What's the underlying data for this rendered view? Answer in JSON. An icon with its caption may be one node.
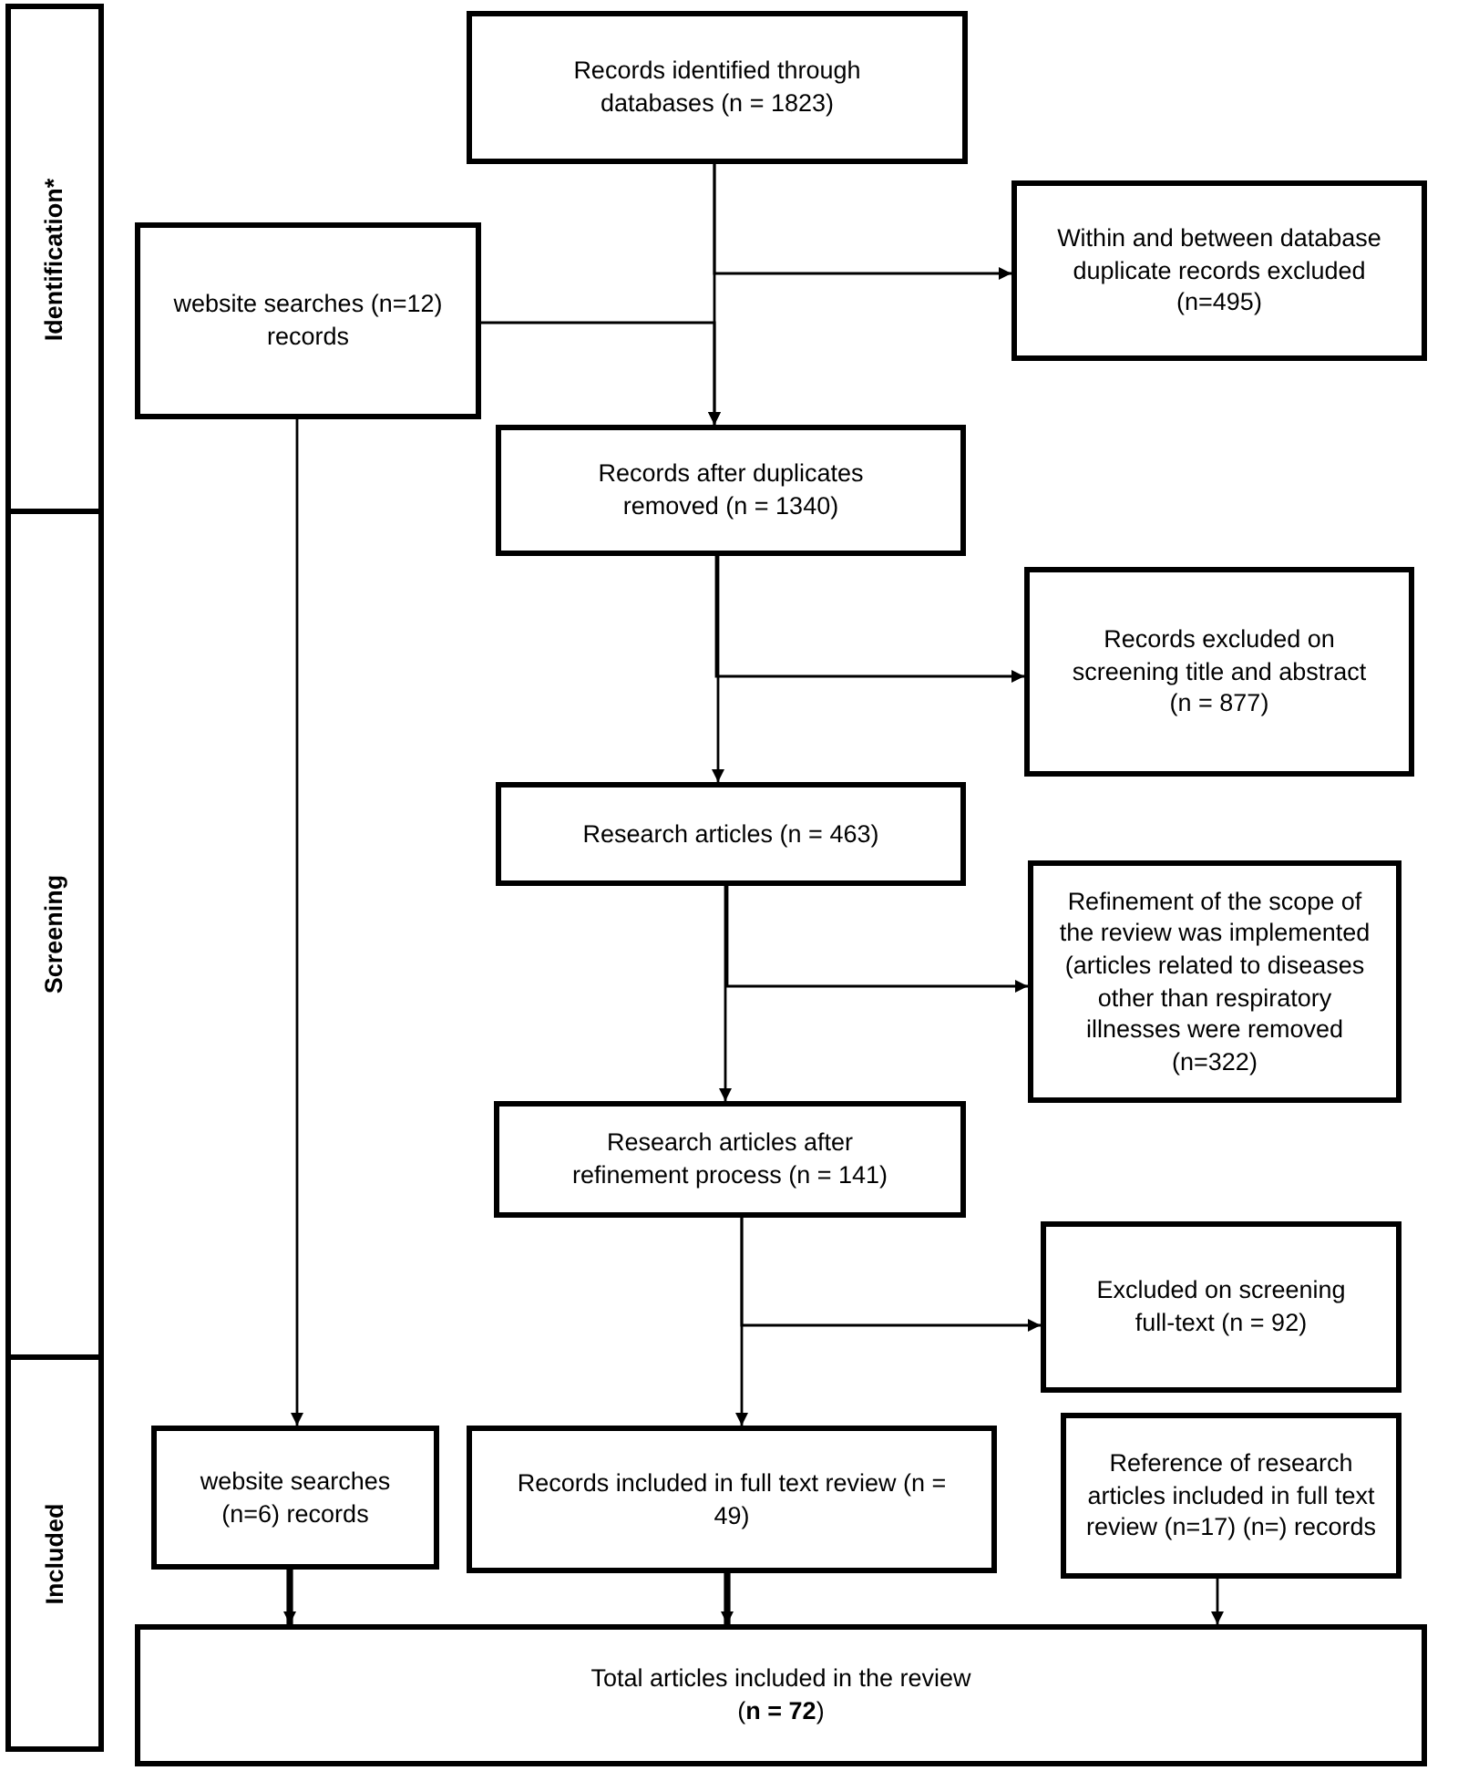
{
  "diagram": {
    "nodes": [
      {
        "text": [
          "Identification*"
        ]
      },
      {
        "text": [
          "Screening"
        ]
      },
      {
        "text": [
          "Included"
        ]
      },
      {
        "text": [
          "Records identified through databases (n = 1823)"
        ]
      },
      {
        "text": [
          "website searches (n=12) records"
        ]
      },
      {
        "text": [
          "Within and between database duplicate records excluded (n=495)"
        ]
      },
      {
        "text": [
          "Records after duplicates removed (n = 1340)"
        ]
      },
      {
        "text": [
          "Records excluded on screening title and abstract (n = 877)"
        ]
      },
      {
        "text": [
          "Research articles (n = 463)"
        ]
      },
      {
        "text": [
          "Refinement of the scope of the review was implemented (articles related to diseases other than respiratory illnesses were removed (n=322)"
        ]
      },
      {
        "text": [
          "Research articles after refinement process (n = 141)"
        ]
      },
      {
        "text": [
          "Excluded on screening full-text (n = 92)"
        ]
      },
      {
        "text": [
          "website searches (n=6) records"
        ]
      },
      {
        "text": [
          "Records included in full text review (n = 49)"
        ]
      },
      {
        "text": [
          "Reference of research articles included in full text review (n=17) (n=) records"
        ]
      },
      {
        "text": [
          "Total articles included in the review",
          "(**n = 72**)"
        ]
      }
    ],
    "edges": [
      {
        "from": 3,
        "to": 6,
        "arrow": "to"
      },
      {
        "from": 3,
        "to": 5,
        "arrow": "to"
      },
      {
        "from": 4,
        "to": 6,
        "arrow": "to"
      },
      {
        "from": 6,
        "to": 7,
        "arrow": "to"
      },
      {
        "from": 6,
        "to": 8,
        "arrow": "to"
      },
      {
        "from": 8,
        "to": 9,
        "arrow": "to"
      },
      {
        "from": 8,
        "to": 10,
        "arrow": "to"
      },
      {
        "from": 10,
        "to": 11,
        "arrow": "to"
      },
      {
        "from": 10,
        "to": 13,
        "arrow": "to"
      },
      {
        "from": 4,
        "to": 12,
        "arrow": "to"
      },
      {
        "from": 12,
        "to": 15,
        "arrow": "to",
        "style": "thick"
      },
      {
        "from": 13,
        "to": 15,
        "arrow": "to",
        "style": "thick"
      },
      {
        "from": 14,
        "to": 15,
        "arrow": "to"
      }
    ]
  }
}
